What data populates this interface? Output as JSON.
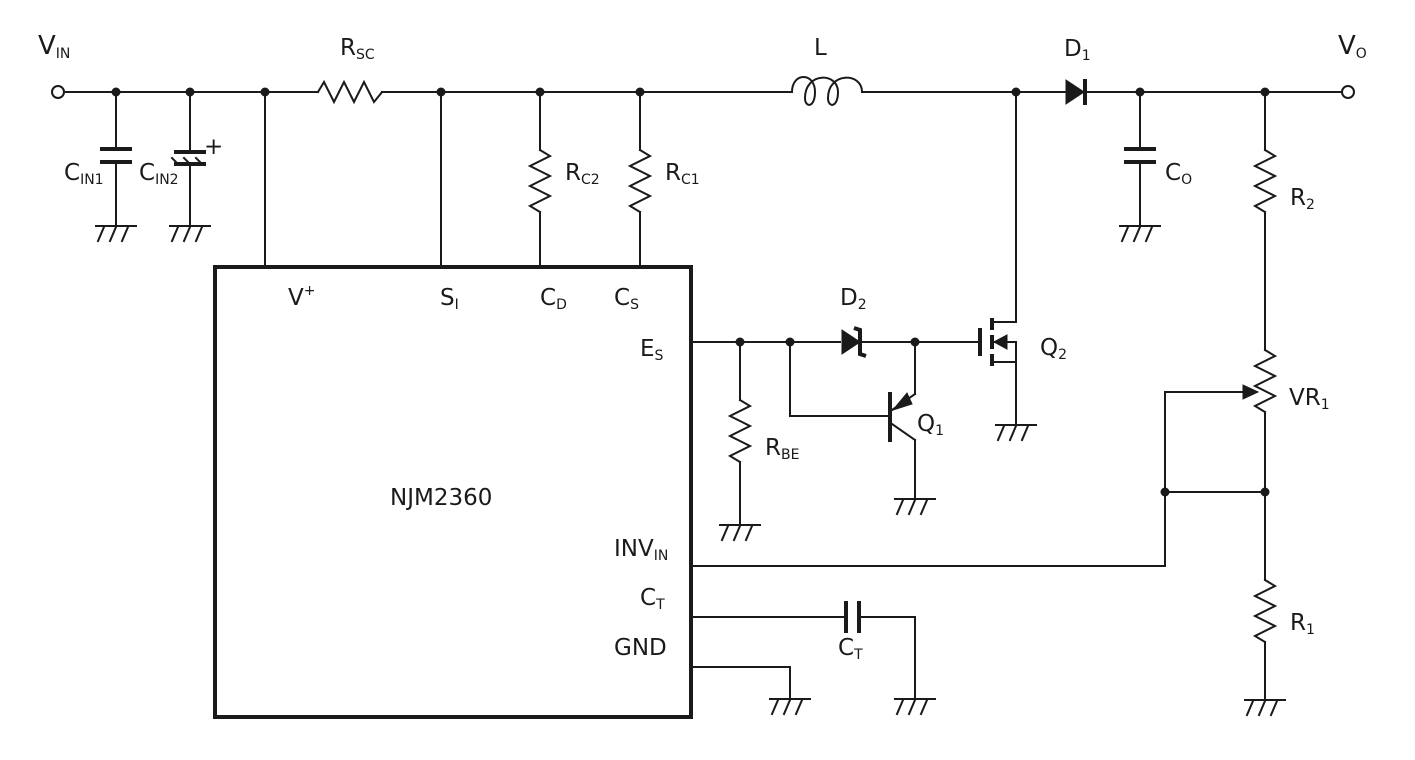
{
  "labels": {
    "vin": {
      "main": "V",
      "sub": "IN"
    },
    "vo": {
      "main": "V",
      "sub": "O"
    },
    "rsc": {
      "main": "R",
      "sub": "SC"
    },
    "l": {
      "main": "L"
    },
    "d1": {
      "main": "D",
      "sub": "1"
    },
    "cin1": {
      "main": "C",
      "sub": "IN1"
    },
    "cin2": {
      "main": "C",
      "sub": "IN2"
    },
    "cin2_polarity": "+",
    "rc2": {
      "main": "R",
      "sub": "C2"
    },
    "rc1": {
      "main": "R",
      "sub": "C1"
    },
    "co": {
      "main": "C",
      "sub": "O"
    },
    "r2": {
      "main": "R",
      "sub": "2"
    },
    "d2": {
      "main": "D",
      "sub": "2"
    },
    "q2": {
      "main": "Q",
      "sub": "2"
    },
    "q1": {
      "main": "Q",
      "sub": "1"
    },
    "rbe": {
      "main": "R",
      "sub": "BE"
    },
    "vr1": {
      "main": "VR",
      "sub": "1"
    },
    "r1": {
      "main": "R",
      "sub": "1"
    },
    "ct_cap": {
      "main": "C",
      "sub": "T"
    }
  },
  "ic": {
    "name": "NJM2360",
    "pins": {
      "vplus": {
        "main": "V",
        "sup": "+"
      },
      "si": {
        "main": "S",
        "sub": "I"
      },
      "cd": {
        "main": "C",
        "sub": "D"
      },
      "cs": {
        "main": "C",
        "sub": "S"
      },
      "es": {
        "main": "E",
        "sub": "S"
      },
      "inv": {
        "main": "INV",
        "sub": "IN"
      },
      "ct": {
        "main": "C",
        "sub": "T"
      },
      "gnd": {
        "main": "GND"
      }
    }
  }
}
